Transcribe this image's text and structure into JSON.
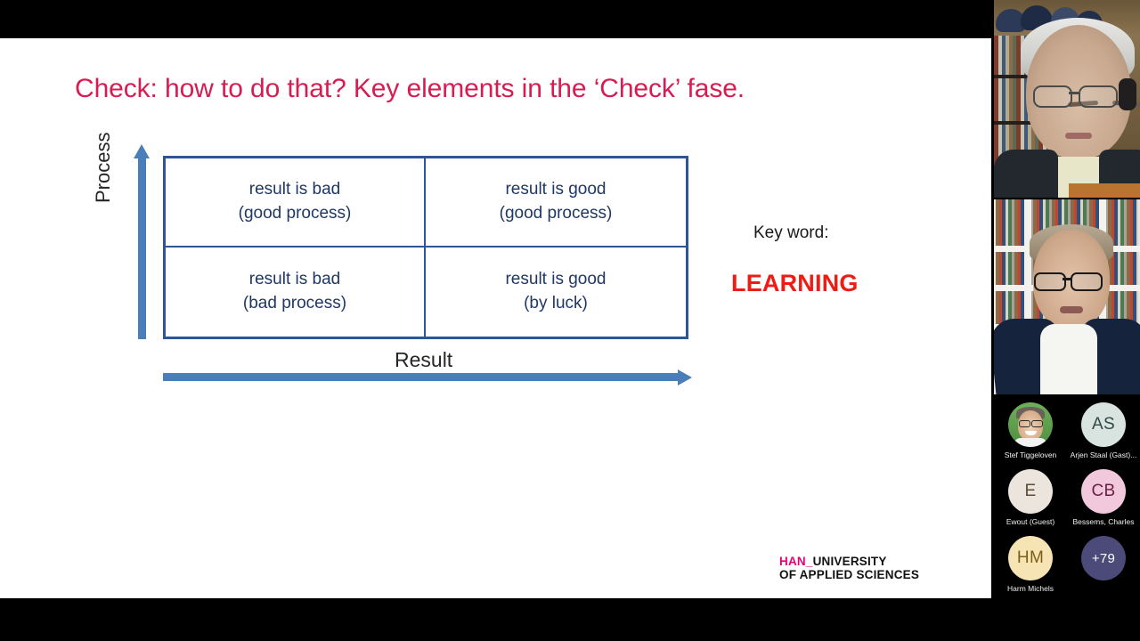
{
  "slide": {
    "title": "Check: how to do that?  Key elements in the ‘Check’ fase.",
    "title_color": "#d81c51",
    "matrix": {
      "y_axis_label": "Process",
      "x_axis_label": "Result",
      "axis_color": "#4a7ebb",
      "border_color": "#2e5596",
      "text_color": "#1f3864",
      "cells": [
        {
          "position": "top-left",
          "line1": "result is bad",
          "line2": "(good process)"
        },
        {
          "position": "top-right",
          "line1": "result is good",
          "line2": "(good process)"
        },
        {
          "position": "bottom-left",
          "line1": "result is bad",
          "line2": "(bad process)"
        },
        {
          "position": "bottom-right",
          "line1": "result is good",
          "line2": "(by luck)"
        }
      ]
    },
    "keyword": {
      "label": "Key word:",
      "value": "LEARNING",
      "value_color": "#ee1c13"
    },
    "logo": {
      "accent_text": "HAN_",
      "line1_rest": "UNIVERSITY",
      "line2": "OF APPLIED SCIENCES",
      "accent_color": "#e6007e"
    }
  },
  "rail": {
    "video_tiles": [
      {
        "id": "tile-1",
        "description": "elderly-man-with-glasses-and-headphones"
      },
      {
        "id": "tile-2",
        "description": "man-in-blue-blazer-with-bookcase"
      }
    ],
    "participants": [
      {
        "type": "photo",
        "initials": "",
        "name": "Stef Tiggeloven",
        "bg": "#5e9c4d",
        "fg": "#ffffff"
      },
      {
        "type": "initials",
        "initials": "AS",
        "name": "Arjen Staal (Gast)...",
        "bg": "#d9e4e0",
        "fg": "#2f4a46"
      },
      {
        "type": "initials",
        "initials": "E",
        "name": "Ewout (Guest)",
        "bg": "#ece5de",
        "fg": "#5d4b3c"
      },
      {
        "type": "initials",
        "initials": "CB",
        "name": "Bessems, Charles",
        "bg": "#f2c9dc",
        "fg": "#6b1f42"
      },
      {
        "type": "initials",
        "initials": "HM",
        "name": "Harm Michels",
        "bg": "#f7e4b4",
        "fg": "#7a6019"
      },
      {
        "type": "overflow",
        "initials": "+79",
        "name": "",
        "bg": "#4b4a78",
        "fg": "#ffffff"
      }
    ]
  }
}
